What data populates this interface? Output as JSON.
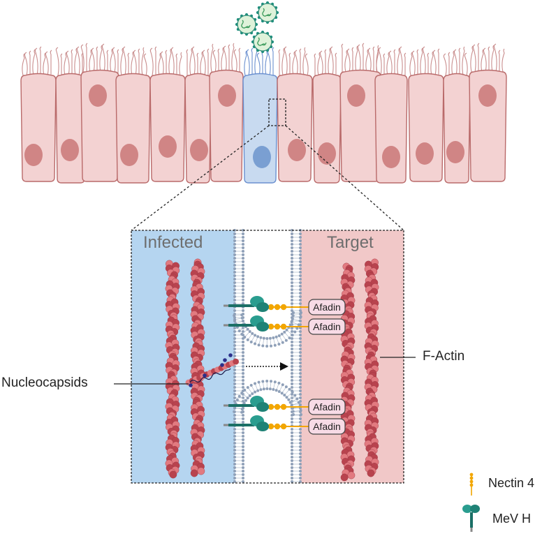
{
  "regions": {
    "infected_label": "Infected",
    "target_label": "Target"
  },
  "proteins": {
    "afadin_label": "Afadin"
  },
  "callouts": {
    "nucleocapsids": "Nucleocapsids",
    "f_actin": "F-Actin"
  },
  "legend": {
    "nectin": "Nectin 4",
    "nectin_icon": "nectin-4-icon",
    "meve": "MeV H",
    "meve_icon": "mev-h-icon"
  },
  "colors": {
    "cell_fill": "#f3d2d2",
    "cell_stroke": "#b96a6a",
    "nucleus": "#d08585",
    "infected_cell": "#c8daf0",
    "infected_nucleus": "#7a9fd2",
    "infected_bg": "#b5d5f0",
    "target_bg": "#f1c8c8",
    "actin_dark": "#b8434e",
    "actin_light": "#e27a80",
    "mev_h": "#2a9d8f",
    "nectin": "#f2a600",
    "afadin_fill": "#f7dbe6",
    "membrane_head": "#8fa0b8"
  }
}
